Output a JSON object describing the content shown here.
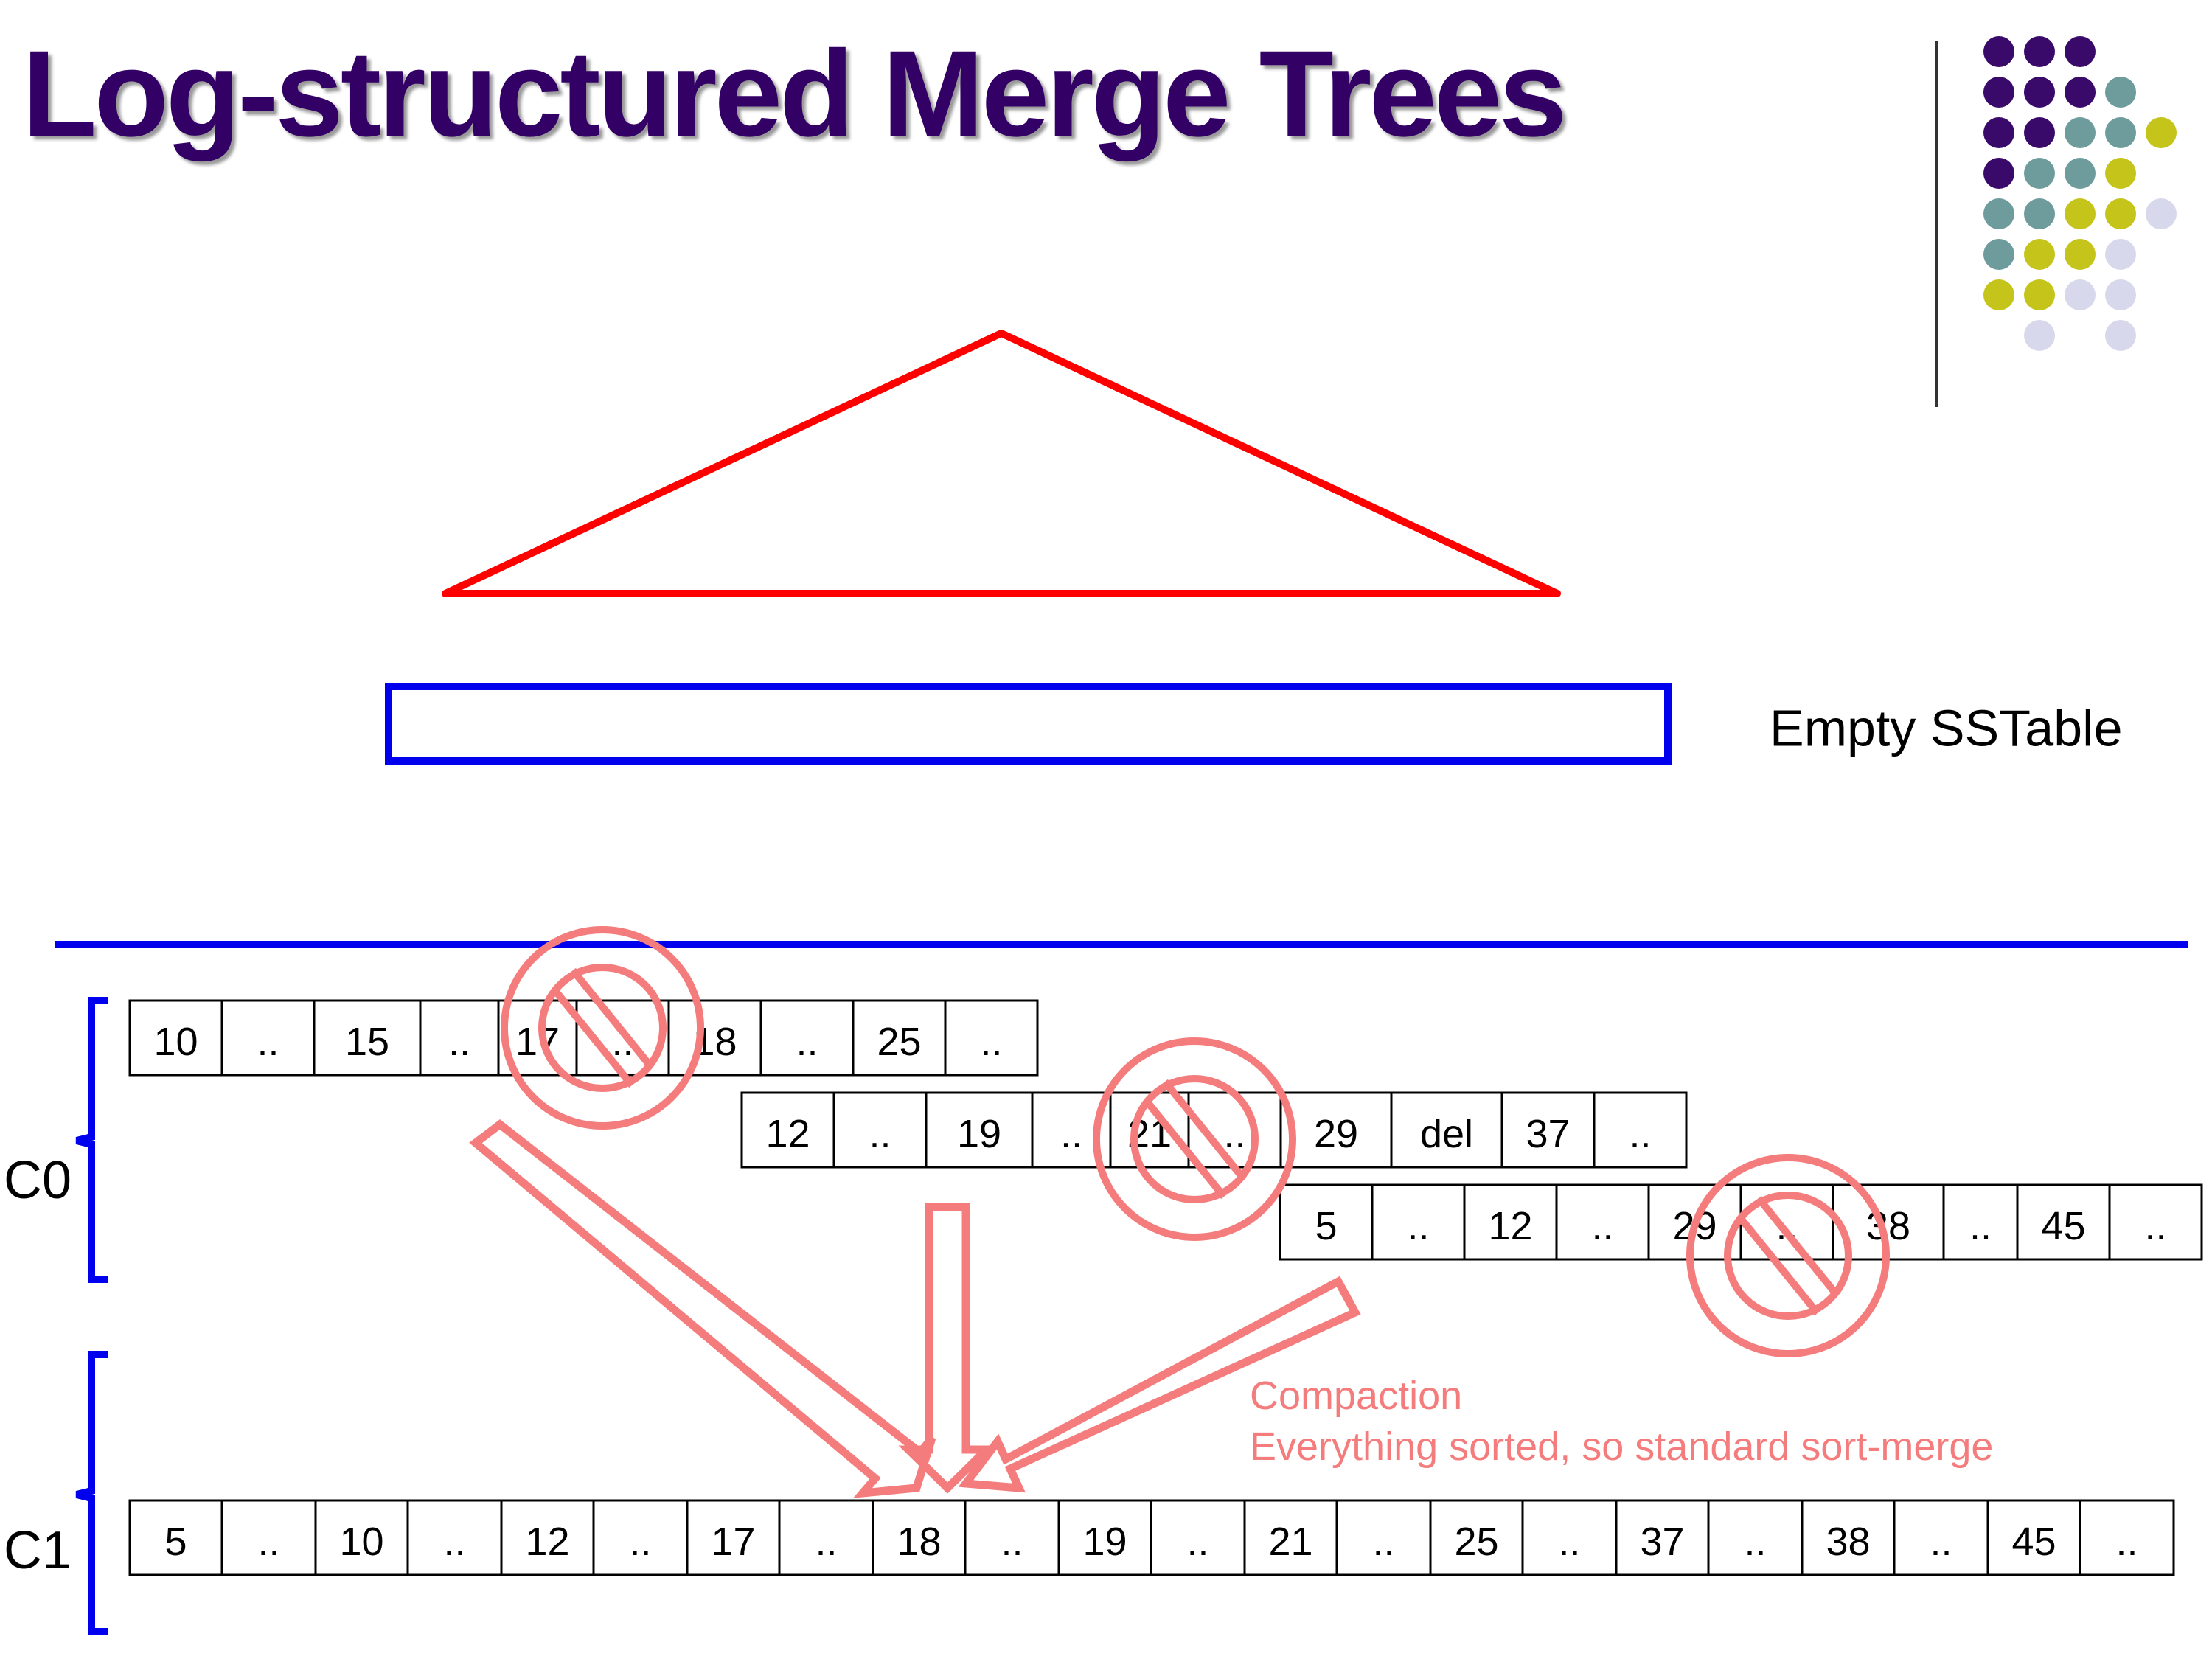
{
  "title": "Log-structured Merge Trees",
  "empty_sstable_label": "Empty SSTable",
  "level_labels": {
    "c0": "C0",
    "c1": "C1"
  },
  "compaction": {
    "heading": "Compaction",
    "note": "Everything sorted, so standard sort-merge"
  },
  "c0_runs": [
    [
      "10",
      "..",
      "15",
      "..",
      "17",
      "..",
      "18",
      "..",
      "25",
      ".."
    ],
    [
      "12",
      "..",
      "19",
      "..",
      "21",
      "..",
      "29",
      "del",
      "37",
      ".."
    ],
    [
      "5",
      "..",
      "12",
      "..",
      "29",
      "..",
      "38",
      "..",
      "45",
      ".."
    ]
  ],
  "c1_run": [
    "5",
    "..",
    "10",
    "..",
    "12",
    "..",
    "17",
    "..",
    "18",
    "..",
    "19",
    "..",
    "21",
    "..",
    "25",
    "..",
    "37",
    "..",
    "38",
    "..",
    "45",
    ".."
  ],
  "colors": {
    "title": "#330066",
    "tree_outline": "#ff0000",
    "sstable_outline": "#0000ee",
    "divider": "#0000ee",
    "brace": "#0000ee",
    "compaction": "#f47c7c",
    "cell_border": "#000000",
    "dot_purple": "#3a0a6a",
    "dot_teal": "#6e9c9c",
    "dot_olive": "#c4c41a",
    "dot_lavender": "#d8d8ec"
  },
  "decor_icons": [
    "dot-grid-icon",
    "tree-triangle-icon",
    "no-symbol-icon",
    "arrow-icon",
    "brace-icon"
  ]
}
